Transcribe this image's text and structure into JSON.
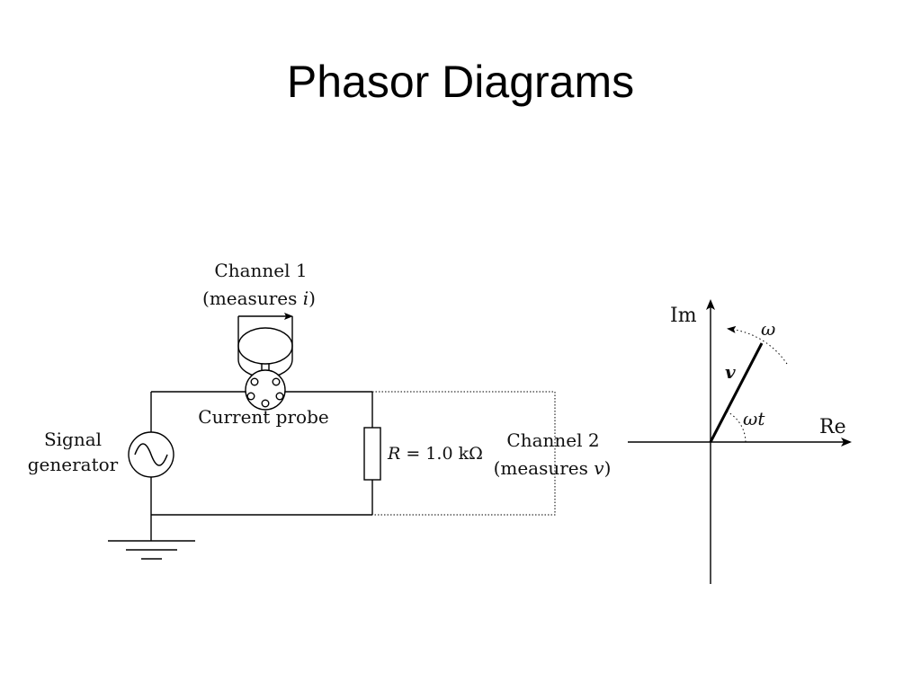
{
  "slide": {
    "title": "Phasor Diagrams"
  },
  "circuit": {
    "channel1_line1": "Channel 1",
    "channel1_line2_prefix": "(measures ",
    "channel1_var": "i",
    "channel1_line2_suffix": ")",
    "probe_label": "Current probe",
    "generator_line1": "Signal",
    "generator_line2": "generator",
    "resistor_var": "R",
    "resistor_value": " = 1.0 kΩ",
    "channel2_line1": "Channel 2",
    "channel2_line2_prefix": "(measures ",
    "channel2_var": "v",
    "channel2_line2_suffix": ")"
  },
  "phasor": {
    "im_label": "Im",
    "re_label": "Re",
    "vector_label": "v",
    "omega_label": "ω",
    "angle_label_omega": "ω",
    "angle_label_t": "t"
  }
}
